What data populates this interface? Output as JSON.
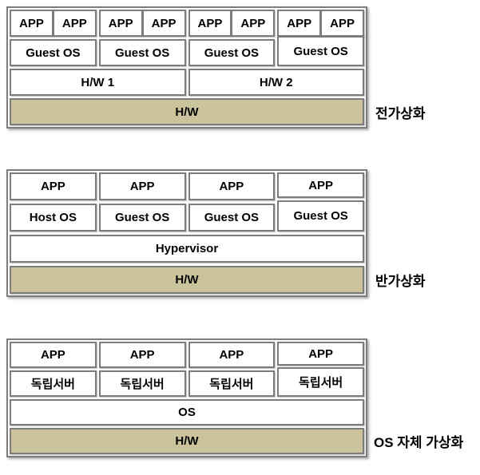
{
  "colors": {
    "background": "#ffffff",
    "box_fill": "#ffffff",
    "hw_fill": "#cbc39b",
    "border": "#7c7c7c",
    "text": "#000000"
  },
  "diagrams": [
    {
      "id": "full-virtualization",
      "side_label": "전가상화",
      "apps": [
        "APP",
        "APP",
        "APP",
        "APP",
        "APP",
        "APP",
        "APP",
        "APP"
      ],
      "os_layer": [
        "Guest OS",
        "Guest OS",
        "Guest OS",
        "Guest OS"
      ],
      "platform_layer": [
        "H/W 1",
        "H/W 2"
      ],
      "hw_label": "H/W"
    },
    {
      "id": "para-virtualization",
      "side_label": "반가상화",
      "apps": [
        "APP",
        "APP",
        "APP",
        "APP"
      ],
      "os_layer": [
        "Host OS",
        "Guest OS",
        "Guest OS",
        "Guest OS"
      ],
      "platform_layer": [
        "Hypervisor"
      ],
      "hw_label": "H/W"
    },
    {
      "id": "os-level-virtualization",
      "side_label": "OS 자체 가상화",
      "apps": [
        "APP",
        "APP",
        "APP",
        "APP"
      ],
      "os_layer": [
        "독립서버",
        "독립서버",
        "독립서버",
        "독립서버"
      ],
      "platform_layer": [
        "OS"
      ],
      "hw_label": "H/W"
    }
  ]
}
